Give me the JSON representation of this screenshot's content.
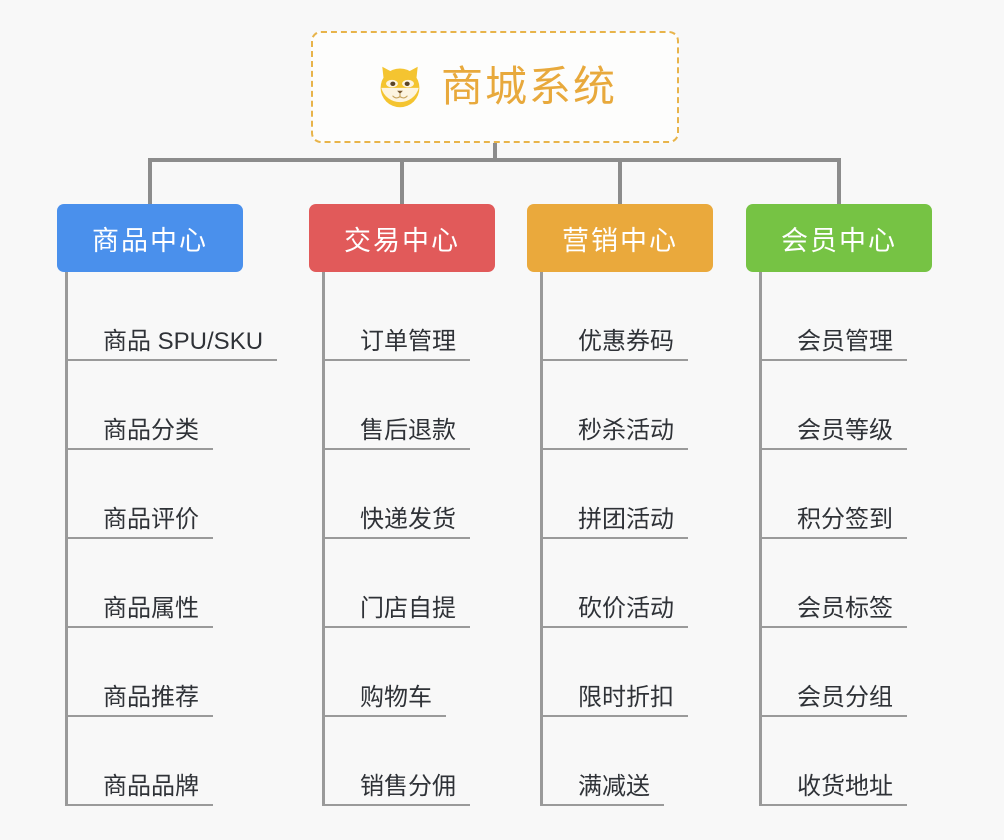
{
  "canvas": {
    "background": "#f8f8f8",
    "connector_color": "#8c8c8c",
    "leaf_line_color": "#9a9a9a"
  },
  "root": {
    "title": "商城系统",
    "icon": "shiba-dog-face-icon",
    "text_color": "#e8a93c",
    "border_color": "#e8b44a",
    "background": "#fdfdfc"
  },
  "columns": [
    {
      "id": "product-center",
      "label": "商品中心",
      "color": "#4a90ec",
      "items": [
        {
          "label": "商品 SPU/SKU"
        },
        {
          "label": "商品分类"
        },
        {
          "label": "商品评价"
        },
        {
          "label": "商品属性"
        },
        {
          "label": "商品推荐"
        },
        {
          "label": "商品品牌"
        }
      ]
    },
    {
      "id": "trade-center",
      "label": "交易中心",
      "color": "#e15a5a",
      "items": [
        {
          "label": "订单管理"
        },
        {
          "label": "售后退款"
        },
        {
          "label": "快递发货"
        },
        {
          "label": "门店自提"
        },
        {
          "label": "购物车"
        },
        {
          "label": "销售分佣"
        }
      ]
    },
    {
      "id": "marketing-center",
      "label": "营销中心",
      "color": "#eaa93c",
      "items": [
        {
          "label": "优惠券码"
        },
        {
          "label": "秒杀活动"
        },
        {
          "label": "拼团活动"
        },
        {
          "label": "砍价活动"
        },
        {
          "label": "限时折扣"
        },
        {
          "label": "满减送"
        }
      ]
    },
    {
      "id": "member-center",
      "label": "会员中心",
      "color": "#76c344",
      "items": [
        {
          "label": "会员管理"
        },
        {
          "label": "会员等级"
        },
        {
          "label": "积分签到"
        },
        {
          "label": "会员标签"
        },
        {
          "label": "会员分组"
        },
        {
          "label": "收货地址"
        }
      ]
    }
  ]
}
